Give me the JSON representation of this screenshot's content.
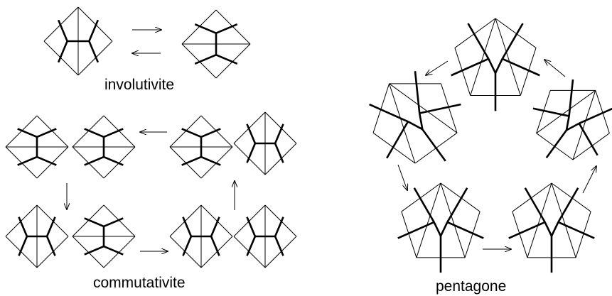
{
  "labels": {
    "involutivity": "involutivite",
    "commutativity": "commutativite",
    "pentagon": "pentagone"
  }
}
